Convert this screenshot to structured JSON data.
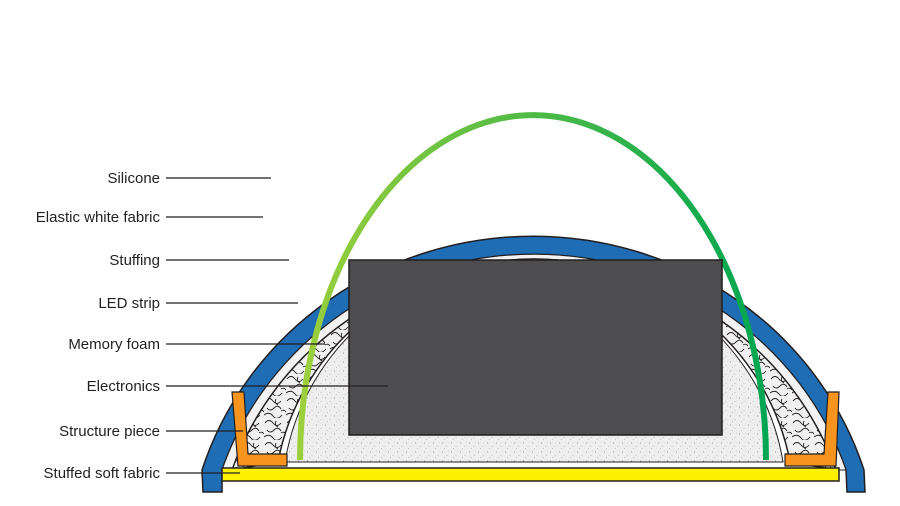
{
  "labels": [
    "Silicone",
    "Elastic white fabric",
    "Stuffing",
    "LED strip",
    "Memory foam",
    "Electronics",
    "Structure piece",
    "Stuffed soft fabric"
  ],
  "colors": {
    "silicone": "#1f6db4",
    "outline": "#231f20",
    "fabric": "#f2f2f2",
    "stuffing": "#ececec",
    "foam": "#eeeeee",
    "electronics": "#4d4d4f",
    "structure": "#f7941d",
    "soft_fabric": "#fff200",
    "led_start": "#9ccf3b",
    "led_end": "#00a651"
  }
}
